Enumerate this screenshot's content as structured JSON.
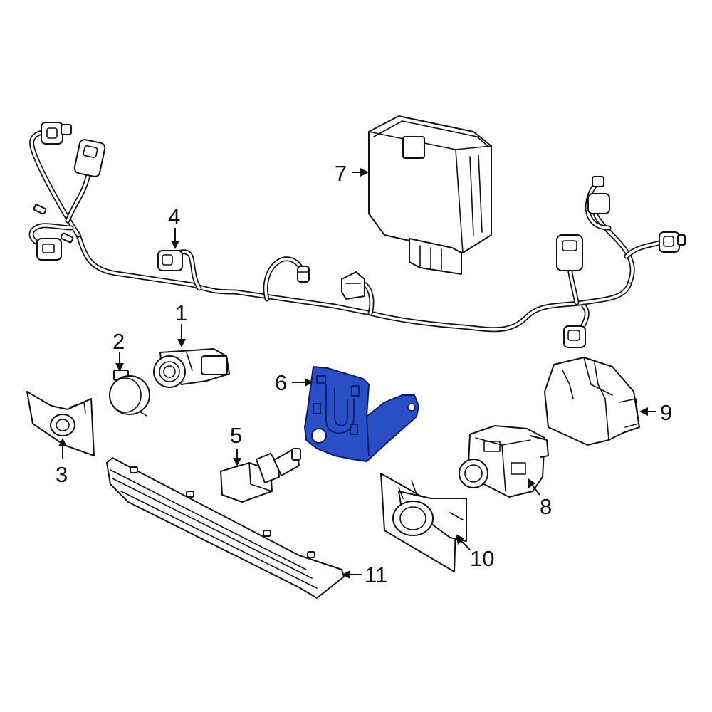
{
  "diagram": {
    "highlight_color": "#2a4fc4",
    "highlighted_part": "6",
    "callouts": [
      {
        "id": "1",
        "label": "1"
      },
      {
        "id": "2",
        "label": "2"
      },
      {
        "id": "3",
        "label": "3"
      },
      {
        "id": "4",
        "label": "4"
      },
      {
        "id": "5",
        "label": "5"
      },
      {
        "id": "6",
        "label": "6"
      },
      {
        "id": "7",
        "label": "7"
      },
      {
        "id": "8",
        "label": "8"
      },
      {
        "id": "9",
        "label": "9"
      },
      {
        "id": "10",
        "label": "10"
      },
      {
        "id": "11",
        "label": "11"
      }
    ]
  }
}
